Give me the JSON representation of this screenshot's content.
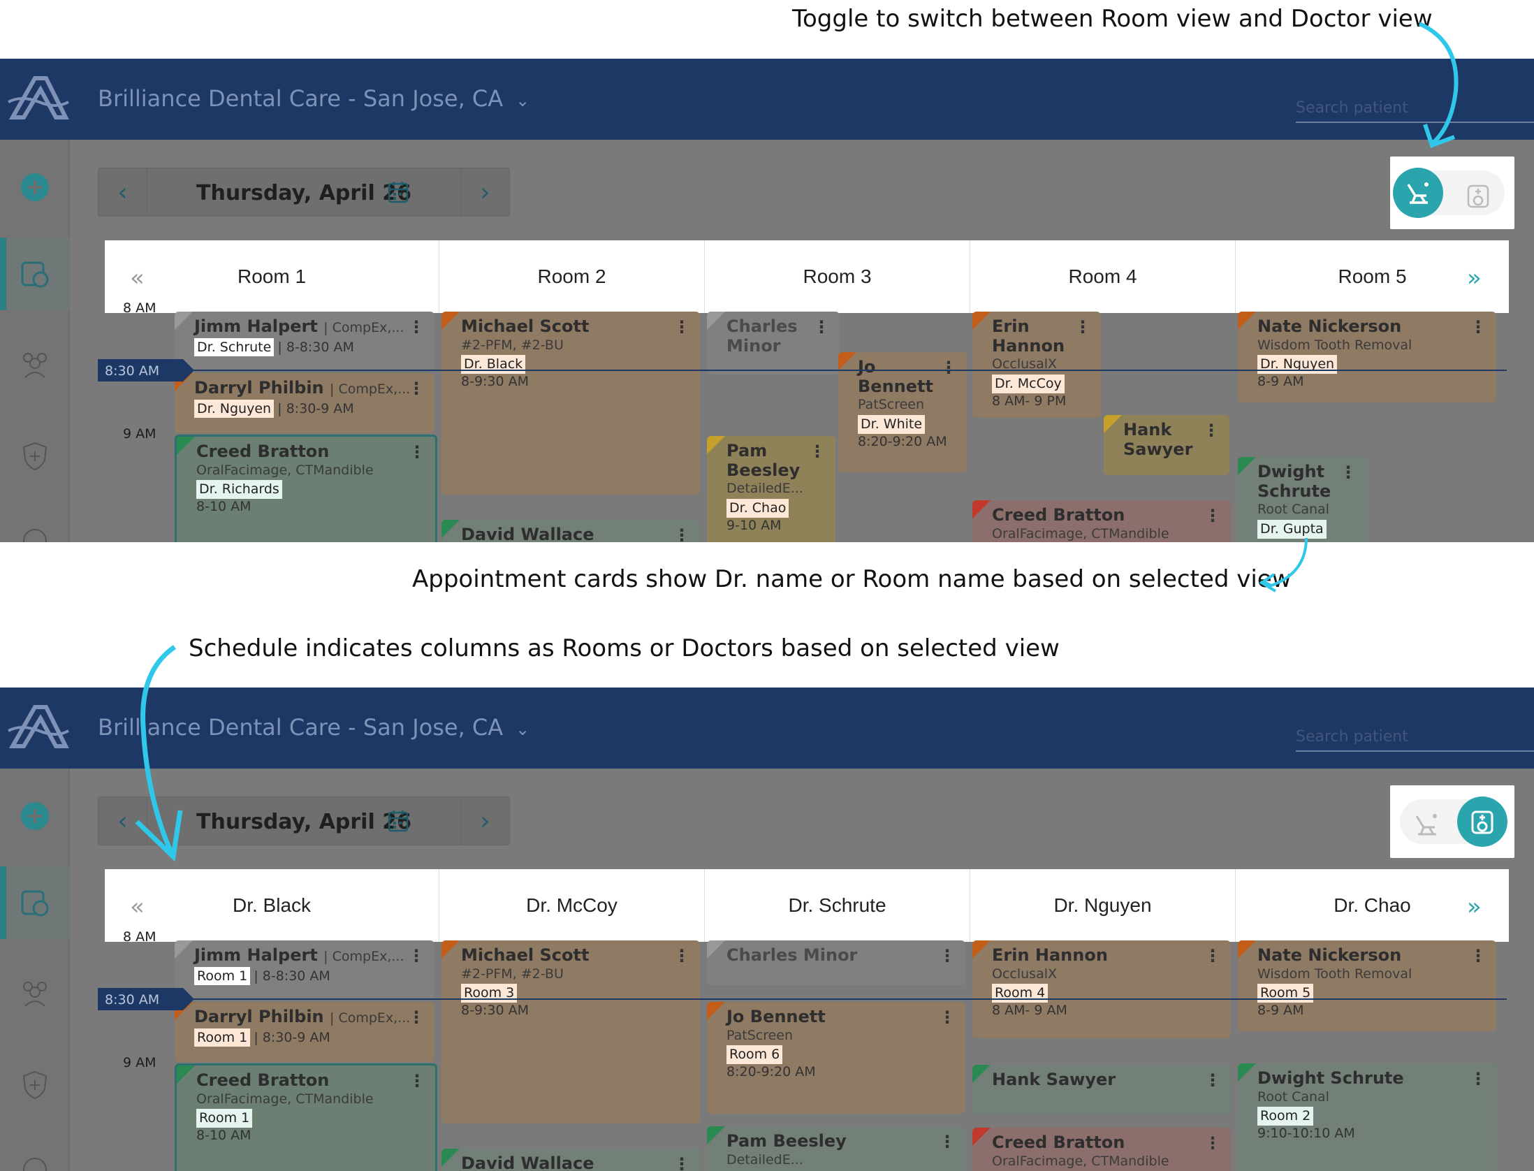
{
  "annotations": {
    "toggle_note": "Toggle to switch between Room view and Doctor view",
    "card_note": "Appointment cards show Dr. name or Room name based on selected view",
    "column_note": "Schedule indicates columns as Rooms or Doctors based on selected view"
  },
  "app": {
    "clinic": "Brilliance Dental Care - San Jose, CA",
    "search_placeholder": "Search patient",
    "date": "Thursday, April 26"
  },
  "times": {
    "t8": "8 AM",
    "t830": "8:30 AM",
    "t9": "9 AM"
  },
  "room_view": {
    "columns": [
      "Room 1",
      "Room 2",
      "Room 3",
      "Room 4",
      "Room 5"
    ],
    "cards": {
      "jimm": {
        "name": "Jimm Halpert",
        "svc": "| CompEx,...",
        "tag": "Dr. Schrute",
        "time": "| 8-8:30 AM"
      },
      "darryl": {
        "name": "Darryl Philbin",
        "svc": "| CompEx,...",
        "tag": "Dr. Nguyen",
        "time": "| 8:30-9 AM"
      },
      "creed1": {
        "name": "Creed Bratton",
        "svc": "OralFacimage, CTMandible",
        "tag": "Dr. Richards",
        "time": "8-10 AM"
      },
      "michael": {
        "name": "Michael Scott",
        "svc": "#2-PFM, #2-BU",
        "tag": "Dr. Black",
        "time": "8-9:30 AM"
      },
      "david": {
        "name": "David Wallace"
      },
      "charles": {
        "name": "Charles Minor"
      },
      "jo": {
        "name": "Jo Bennett",
        "svc": "PatScreen",
        "tag": "Dr. White",
        "time": "8:20-9:20 AM"
      },
      "pam": {
        "name": "Pam Beesley",
        "svc": "DetailedE...",
        "tag": "Dr. Chao",
        "time": "9-10 AM"
      },
      "erin": {
        "name": "Erin Hannon",
        "svc": "OcclusalX",
        "tag": "Dr. McCoy",
        "time": "8 AM- 9 PM"
      },
      "hank": {
        "name": "Hank Sawyer"
      },
      "creed2": {
        "name": "Creed Bratton",
        "svc": "OralFacimage, CTMandible"
      },
      "nate": {
        "name": "Nate Nickerson",
        "svc": "Wisdom Tooth Removal",
        "tag": "Dr. Nguyen",
        "time": "8-9 AM"
      },
      "dwight": {
        "name": "Dwight Schrute",
        "svc": "Root Canal",
        "tag": "Dr. Gupta"
      }
    }
  },
  "doctor_view": {
    "columns": [
      "Dr. Black",
      "Dr. McCoy",
      "Dr. Schrute",
      "Dr. Nguyen",
      "Dr. Chao"
    ],
    "cards": {
      "jimm": {
        "name": "Jimm Halpert",
        "svc": "| CompEx,...",
        "tag": "Room 1",
        "time": "| 8-8:30 AM"
      },
      "darryl": {
        "name": "Darryl Philbin",
        "svc": "| CompEx,...",
        "tag": "Room 1",
        "time": "| 8:30-9 AM"
      },
      "creed1": {
        "name": "Creed Bratton",
        "svc": "OralFacimage, CTMandible",
        "tag": "Room 1",
        "time": "8-10 AM"
      },
      "michael": {
        "name": "Michael Scott",
        "svc": "#2-PFM, #2-BU",
        "tag": "Room 3",
        "time": "8-9:30 AM"
      },
      "david": {
        "name": "David Wallace"
      },
      "charles": {
        "name": "Charles Minor"
      },
      "jo": {
        "name": "Jo Bennett",
        "svc": "PatScreen",
        "tag": "Room 6",
        "time": "8:20-9:20 AM"
      },
      "pam": {
        "name": "Pam Beesley",
        "svc": "DetailedE..."
      },
      "erin": {
        "name": "Erin Hannon",
        "svc": "OcclusalX",
        "tag": "Room 4",
        "time": "8 AM- 9 AM"
      },
      "hank": {
        "name": "Hank Sawyer"
      },
      "creed2": {
        "name": "Creed Bratton",
        "svc": "OralFacimage, CTMandible"
      },
      "nate": {
        "name": "Nate Nickerson",
        "svc": "Wisdom Tooth Removal",
        "tag": "Room 5",
        "time": "8-9 AM"
      },
      "dwight": {
        "name": "Dwight Schrute",
        "svc": "Root Canal",
        "tag": "Room 2",
        "time": "9:10-10:10 AM"
      }
    }
  },
  "colors": {
    "navbar": "#1e3866",
    "accent": "#2aa5ae",
    "annotation_arrow": "#2fc8ea"
  }
}
